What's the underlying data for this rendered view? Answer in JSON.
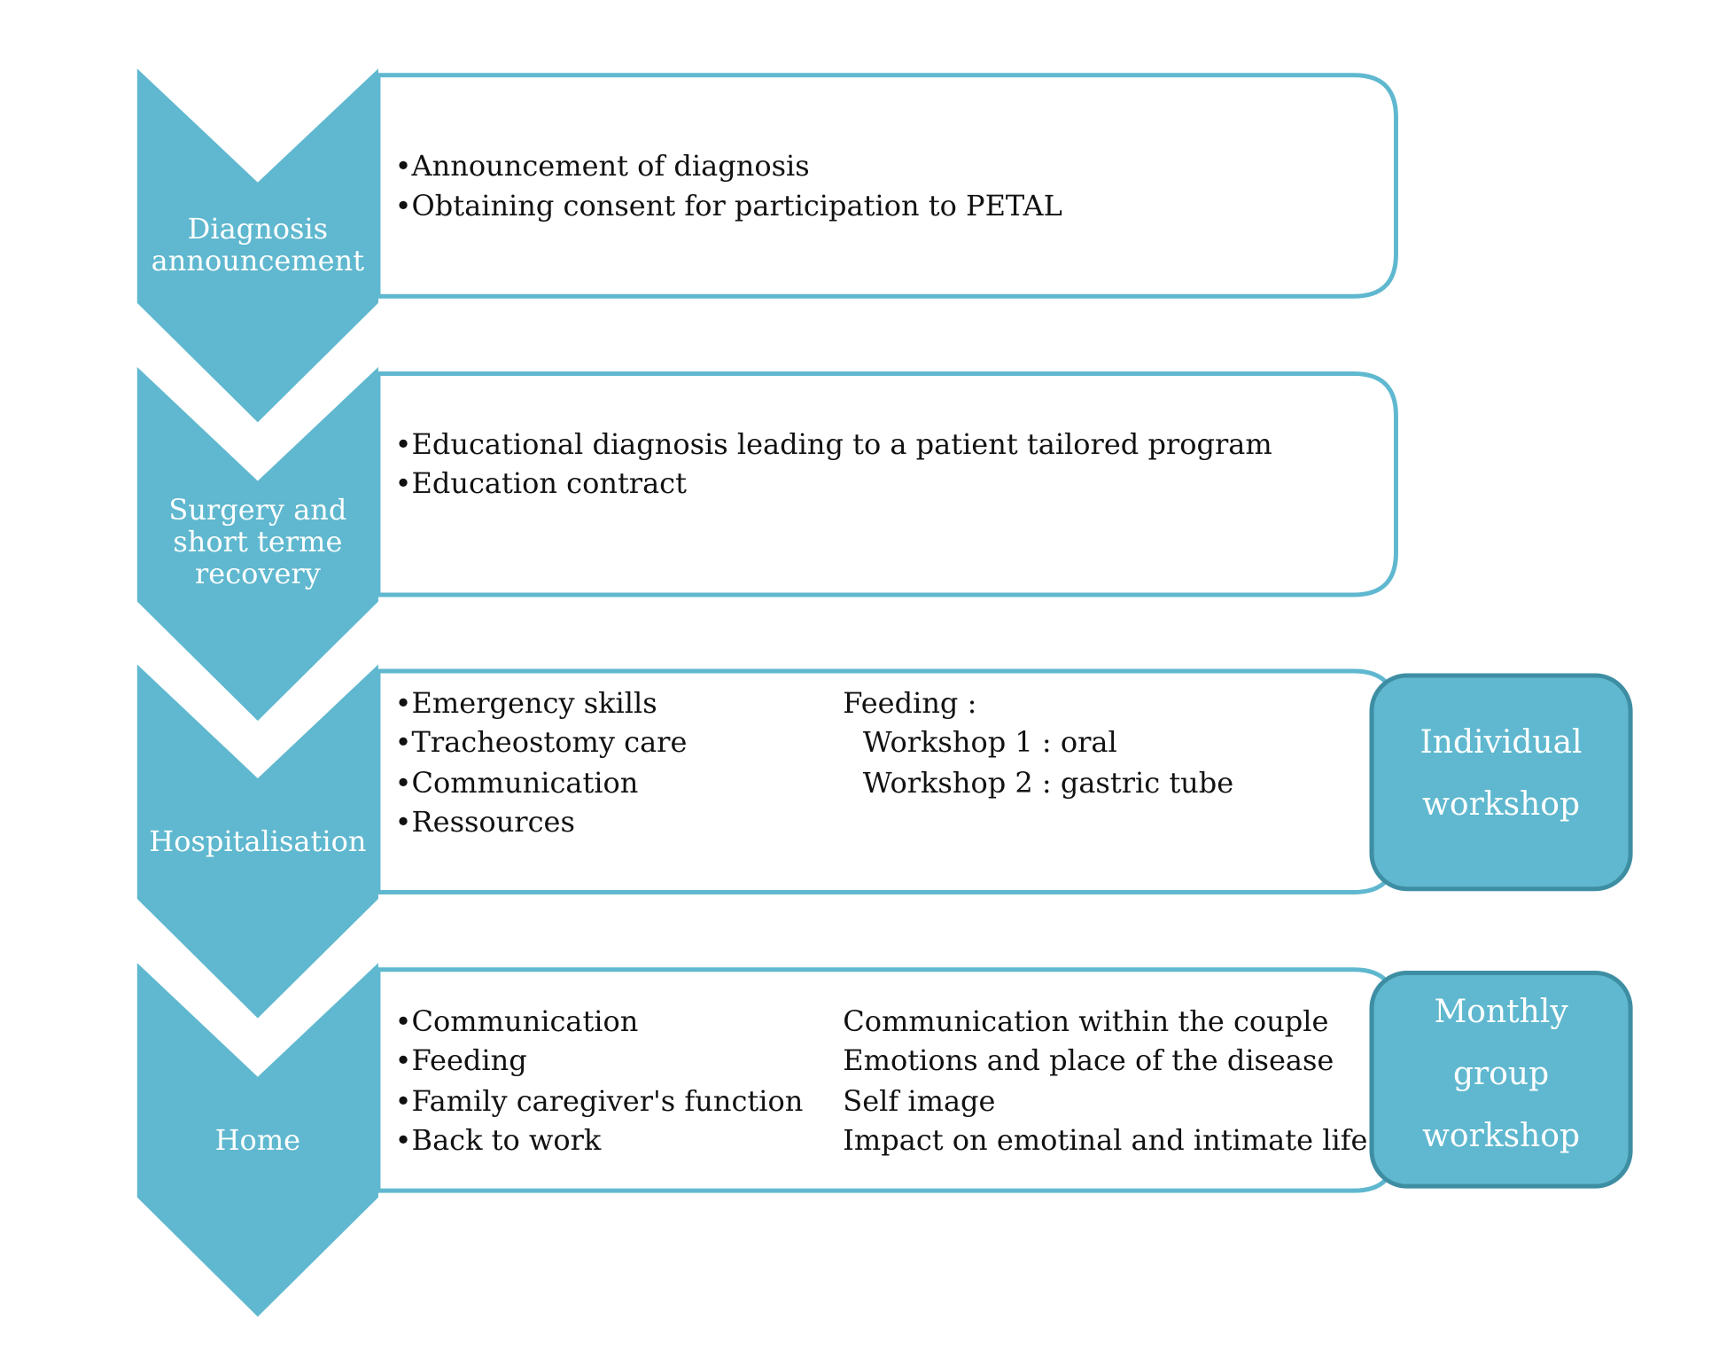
{
  "colors": {
    "arrow": "#5fb8cf",
    "border": "#5fb8cf",
    "side_box": "#5fb8cf",
    "side_border": "#3e8ea3"
  },
  "stages": [
    {
      "label": "Diagnosis\nannouncement",
      "col1": [
        "•Announcement of diagnosis",
        "•Obtaining consent for participation to PETAL"
      ],
      "col2": []
    },
    {
      "label": "Surgery and\nshort terme\nrecovery",
      "col1": [
        "•Educational diagnosis leading to a patient tailored program",
        "•Education contract"
      ],
      "col2": []
    },
    {
      "label": "Hospitalisation",
      "col1": [
        "•Emergency skills",
        "•Tracheostomy care",
        "•Communication",
        "•Ressources"
      ],
      "col2": [
        "Feeding :",
        "Workshop 1 : oral",
        "Workshop 2 : gastric tube"
      ]
    },
    {
      "label": "Home",
      "col1": [
        "•Communication",
        "•Feeding",
        "•Family caregiver's function",
        "•Back to work"
      ],
      "col2": [
        "Communication within the couple",
        "Emotions and place of the disease",
        "Self image",
        "Impact on emotinal and intimate life"
      ]
    }
  ],
  "side_boxes": [
    {
      "label": "Individual\nworkshop"
    },
    {
      "label": "Monthly\ngroup\nworkshop"
    }
  ]
}
